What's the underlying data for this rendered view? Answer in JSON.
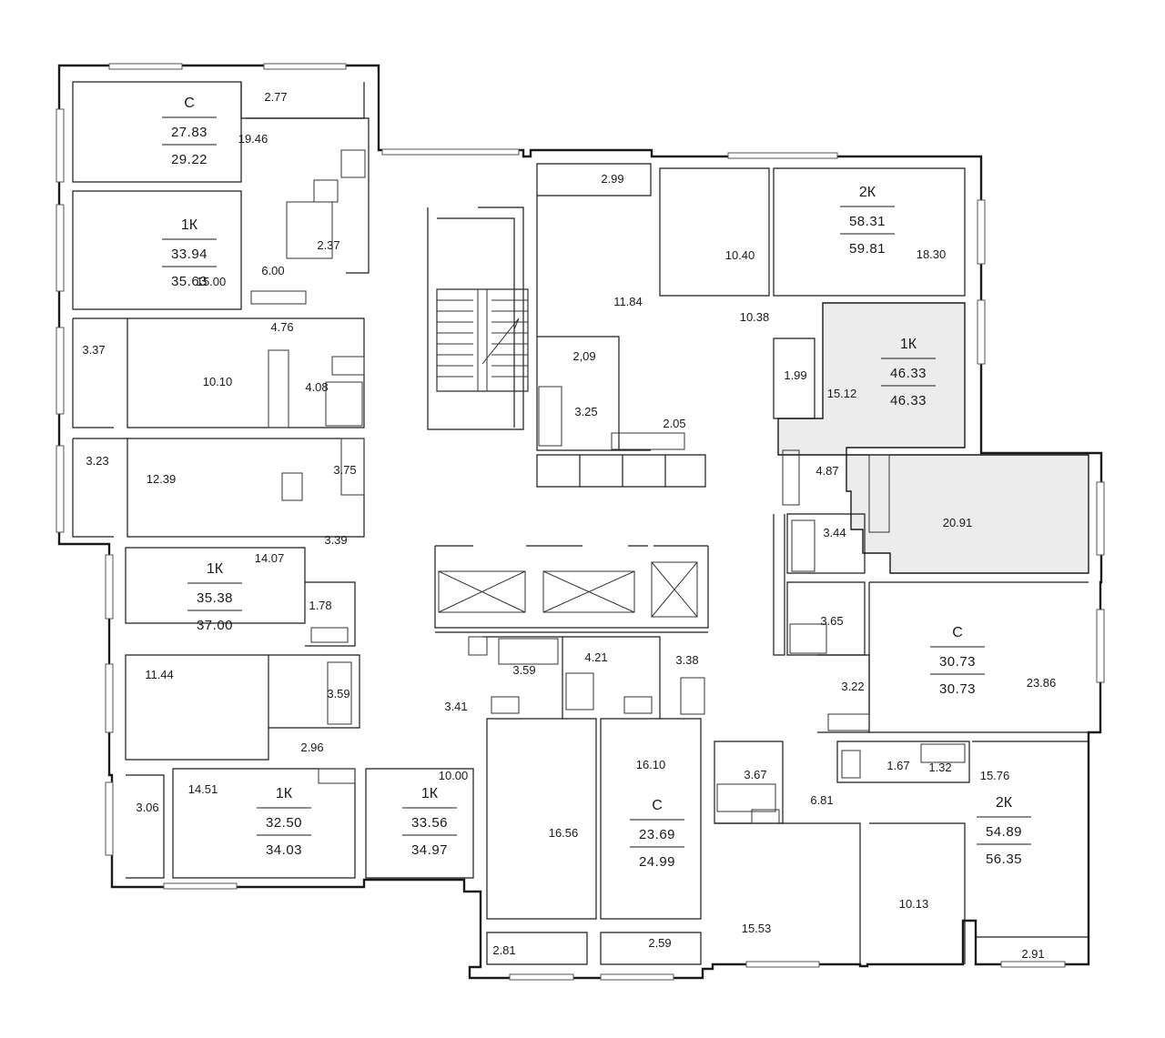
{
  "units": [
    {
      "type": "С",
      "area_living": "27.83",
      "area_total": "29.22"
    },
    {
      "type": "1К",
      "area_living": "33.94",
      "area_total": "35.63"
    },
    {
      "type": "1К",
      "area_living": "35.38",
      "area_total": "37.00"
    },
    {
      "type": "1К",
      "area_living": "32.50",
      "area_total": "34.03"
    },
    {
      "type": "1К",
      "area_living": "33.56",
      "area_total": "34.97"
    },
    {
      "type": "С",
      "area_living": "23.69",
      "area_total": "24.99"
    },
    {
      "type": "2К",
      "area_living": "58.31",
      "area_total": "59.81"
    },
    {
      "type": "1К",
      "area_living": "46.33",
      "area_total": "46.33"
    },
    {
      "type": "С",
      "area_living": "30.73",
      "area_total": "30.73"
    },
    {
      "type": "2К",
      "area_living": "54.89",
      "area_total": "56.35"
    }
  ],
  "rooms": [
    "2.77",
    "19.46",
    "2.37",
    "6.00",
    "15.00",
    "4.76",
    "3.37",
    "10.10",
    "4.08",
    "3.23",
    "12.39",
    "3.75",
    "3.39",
    "14.07",
    "1.78",
    "11.44",
    "3.59",
    "2.96",
    "3.06",
    "14.51",
    "10.00",
    "3.41",
    "2.99",
    "11.84",
    "2,09",
    "3.25",
    "2.05",
    "10.40",
    "10.38",
    "18.30",
    "1.99",
    "15.12",
    "4.87",
    "3.44",
    "20.91",
    "3.59",
    "4.21",
    "3.38",
    "16.10",
    "16.56",
    "2.81",
    "2.59",
    "3.65",
    "3.22",
    "23.86",
    "3.67",
    "1.67",
    "1.32",
    "15.76",
    "6.81",
    "15.53",
    "10.13",
    "2.91"
  ]
}
